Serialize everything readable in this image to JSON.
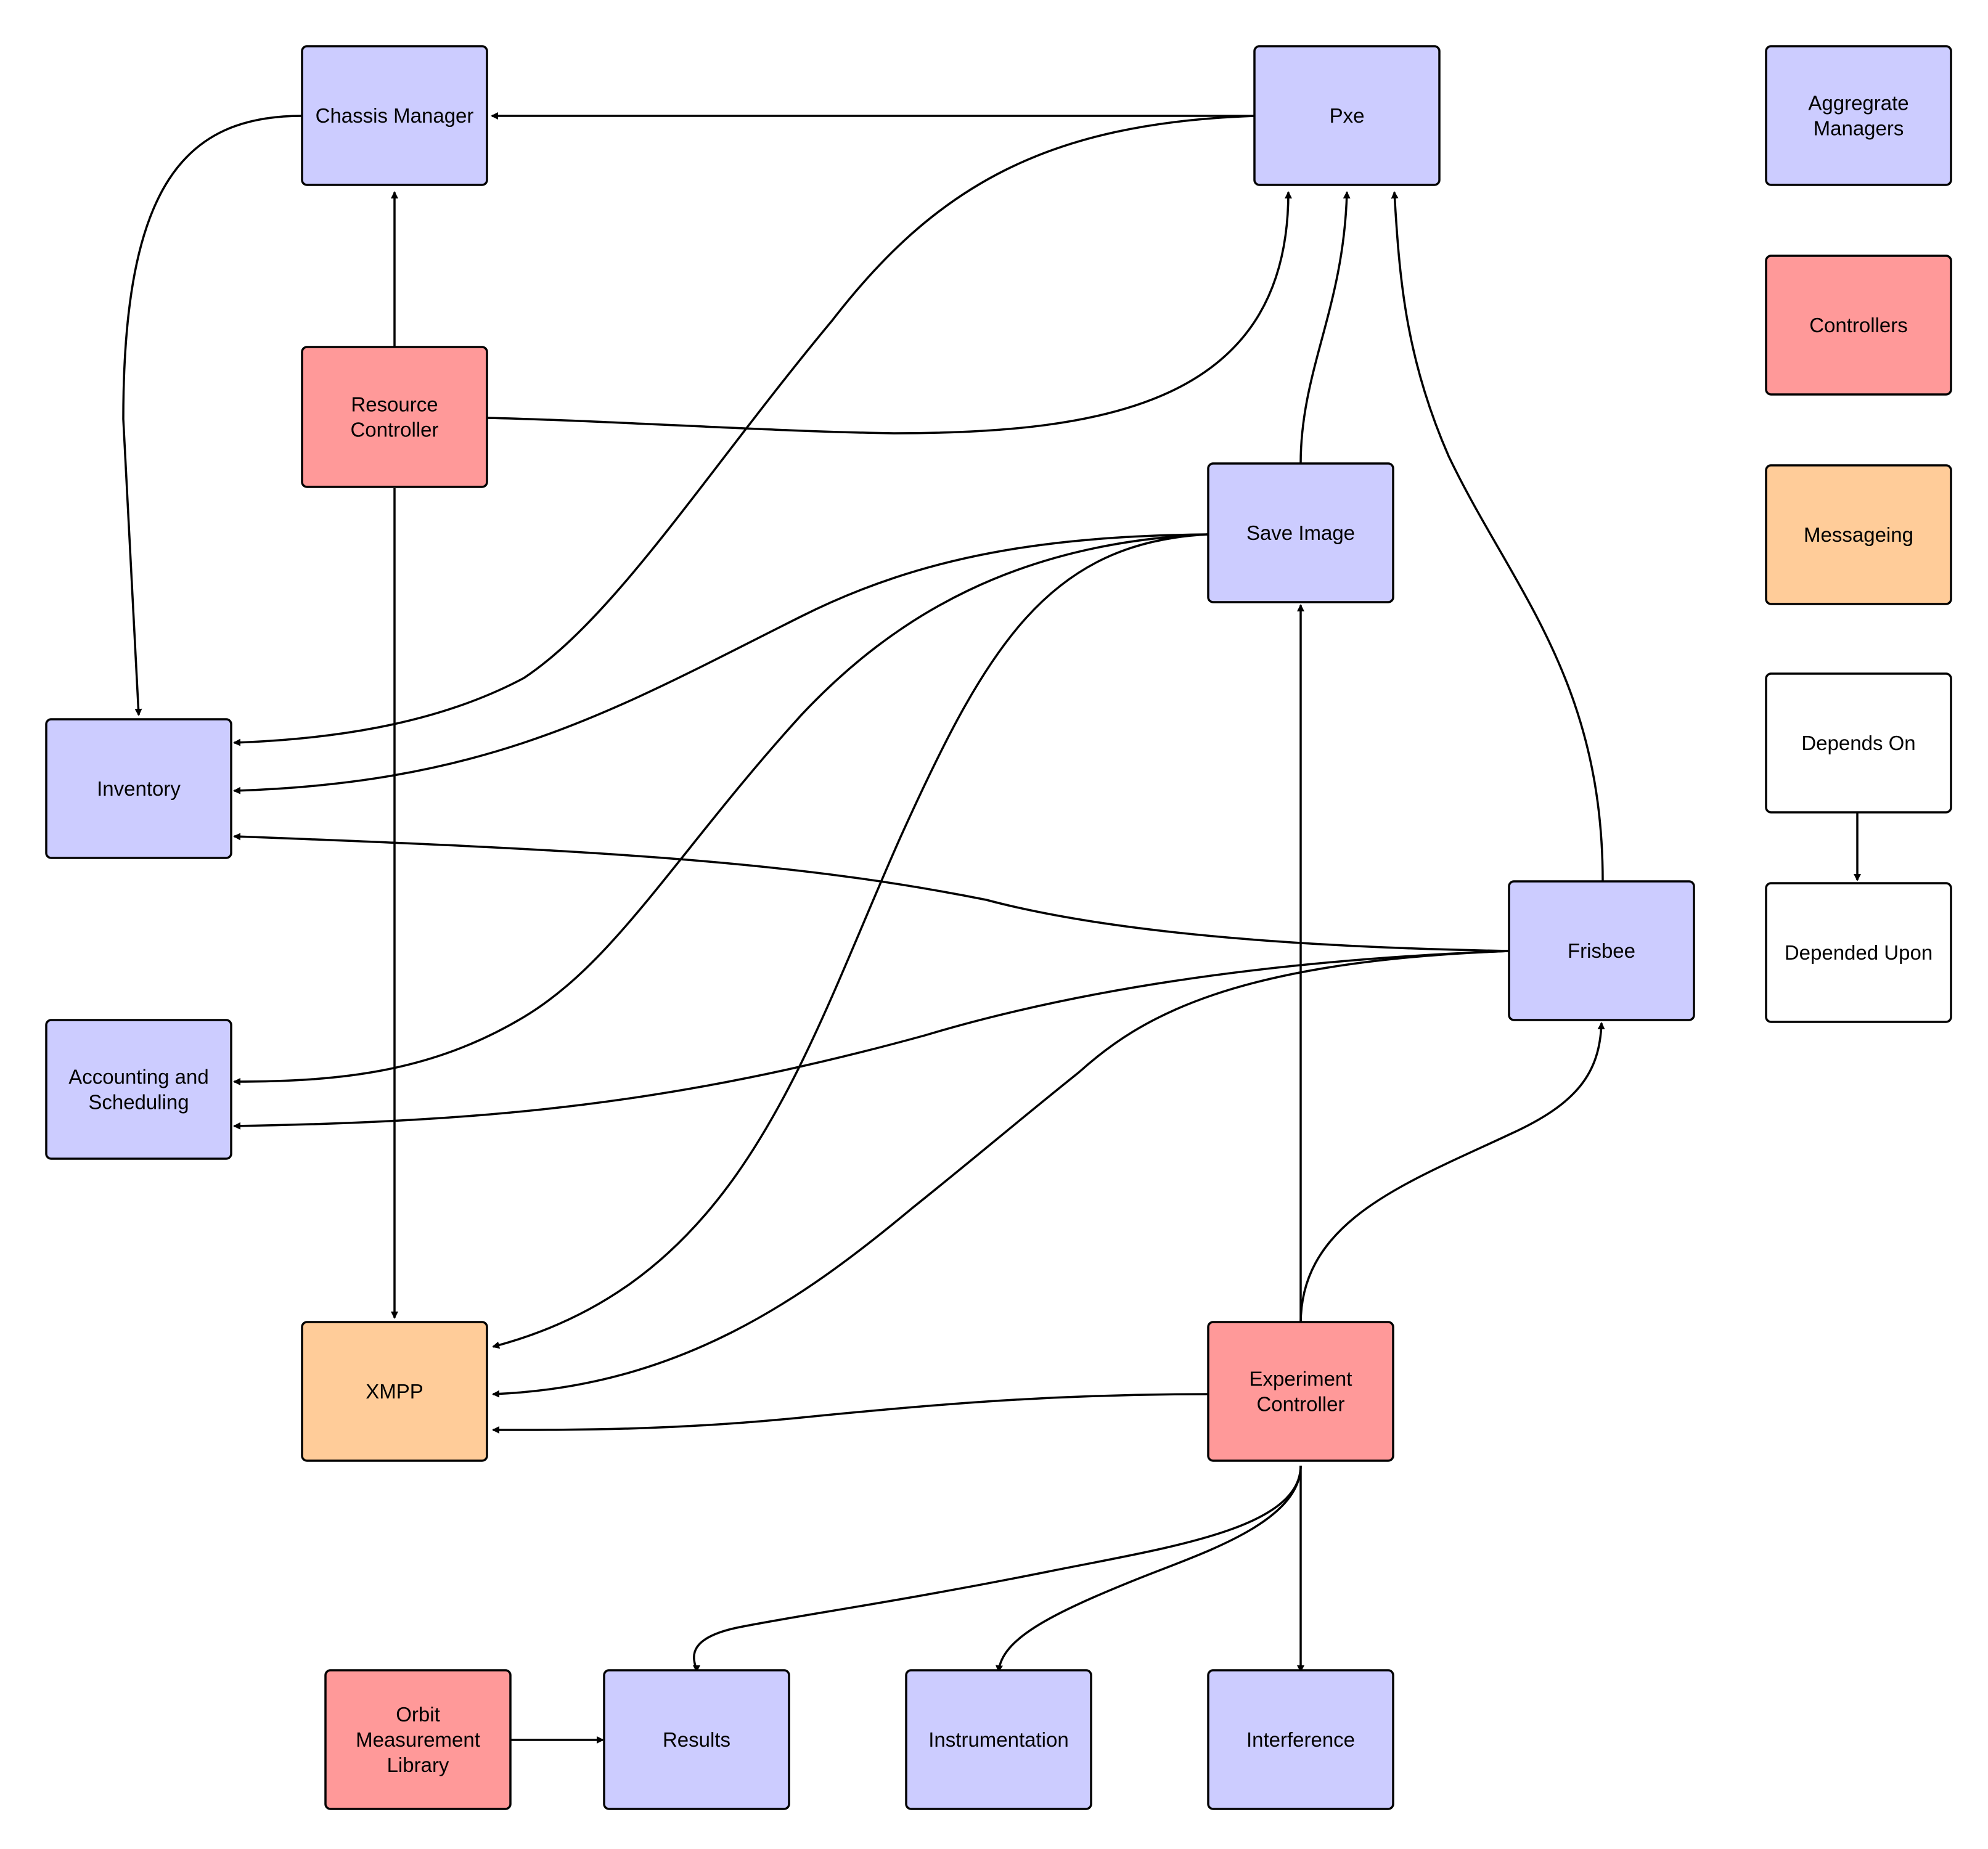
{
  "colors": {
    "aggregate_manager": "#ccccff",
    "controller": "#ff9999",
    "messaging": "#ffcc99",
    "legend_plain": "#ffffff",
    "stroke": "#000000"
  },
  "nodes": {
    "chassis_manager": {
      "lines": [
        "Chassis Manager"
      ],
      "category": "aggregate_manager"
    },
    "pxe": {
      "lines": [
        "Pxe"
      ],
      "category": "aggregate_manager"
    },
    "resource_controller": {
      "lines": [
        "Resource",
        "Controller"
      ],
      "category": "controller"
    },
    "save_image": {
      "lines": [
        "Save Image"
      ],
      "category": "aggregate_manager"
    },
    "inventory": {
      "lines": [
        "Inventory"
      ],
      "category": "aggregate_manager"
    },
    "frisbee": {
      "lines": [
        "Frisbee"
      ],
      "category": "aggregate_manager"
    },
    "accounting": {
      "lines": [
        "Accounting and",
        "Scheduling"
      ],
      "category": "aggregate_manager"
    },
    "xmpp": {
      "lines": [
        "XMPP"
      ],
      "category": "messaging"
    },
    "experiment_controller": {
      "lines": [
        "Experiment",
        "Controller"
      ],
      "category": "controller"
    },
    "orbit_measurement_library": {
      "lines": [
        "Orbit",
        "Measurement",
        "Library"
      ],
      "category": "controller"
    },
    "results": {
      "lines": [
        "Results"
      ],
      "category": "aggregate_manager"
    },
    "instrumentation": {
      "lines": [
        "Instrumentation"
      ],
      "category": "aggregate_manager"
    },
    "interference": {
      "lines": [
        "Interference"
      ],
      "category": "aggregate_manager"
    }
  },
  "legend": {
    "aggregate_managers": {
      "lines": [
        "Aggregrate",
        "Managers"
      ],
      "category": "aggregate_manager"
    },
    "controllers": {
      "lines": [
        "Controllers"
      ],
      "category": "controller"
    },
    "messaging": {
      "lines": [
        "Messageing"
      ],
      "category": "messaging"
    },
    "depends_on": {
      "lines": [
        "Depends On"
      ],
      "category": "legend_plain"
    },
    "depended_upon": {
      "lines": [
        "Depended Upon"
      ],
      "category": "legend_plain"
    }
  },
  "edges": [
    {
      "from": "pxe",
      "to": "chassis_manager"
    },
    {
      "from": "resource_controller",
      "to": "chassis_manager"
    },
    {
      "from": "resource_controller",
      "to": "pxe"
    },
    {
      "from": "resource_controller",
      "to": "xmpp"
    },
    {
      "from": "chassis_manager",
      "to": "inventory"
    },
    {
      "from": "pxe",
      "to": "inventory"
    },
    {
      "from": "save_image",
      "to": "pxe"
    },
    {
      "from": "save_image",
      "to": "inventory"
    },
    {
      "from": "save_image",
      "to": "accounting"
    },
    {
      "from": "save_image",
      "to": "xmpp"
    },
    {
      "from": "frisbee",
      "to": "pxe"
    },
    {
      "from": "frisbee",
      "to": "inventory"
    },
    {
      "from": "frisbee",
      "to": "accounting"
    },
    {
      "from": "frisbee",
      "to": "xmpp"
    },
    {
      "from": "experiment_controller",
      "to": "save_image"
    },
    {
      "from": "experiment_controller",
      "to": "frisbee"
    },
    {
      "from": "experiment_controller",
      "to": "xmpp"
    },
    {
      "from": "experiment_controller",
      "to": "results"
    },
    {
      "from": "experiment_controller",
      "to": "instrumentation"
    },
    {
      "from": "experiment_controller",
      "to": "interference"
    },
    {
      "from": "orbit_measurement_library",
      "to": "results"
    },
    {
      "from": "depends_on",
      "to": "depended_upon"
    }
  ]
}
